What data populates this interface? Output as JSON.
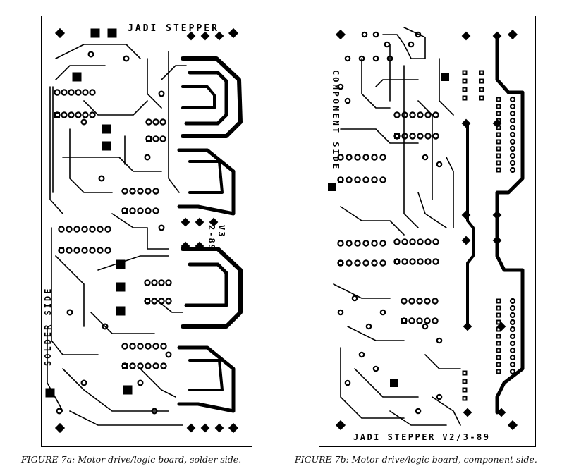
{
  "figures": [
    {
      "id": "fig7a",
      "board_title": "JADI STEPPER",
      "version_line1": "V3",
      "version_line2": "2-89",
      "side_label": "SOLDER SIDE",
      "caption_label": "FIGURE 7a:",
      "caption_text": " Motor drive/logic board, solder side."
    },
    {
      "id": "fig7b",
      "board_title": "JADI STEPPER V2/3-89",
      "side_label": "COMPONENT SIDE",
      "caption_label": "FIGURE 7b:",
      "caption_text": " Motor drive/logic board, component side."
    }
  ],
  "colors": {
    "ink": "#000000",
    "paper": "#ffffff"
  }
}
